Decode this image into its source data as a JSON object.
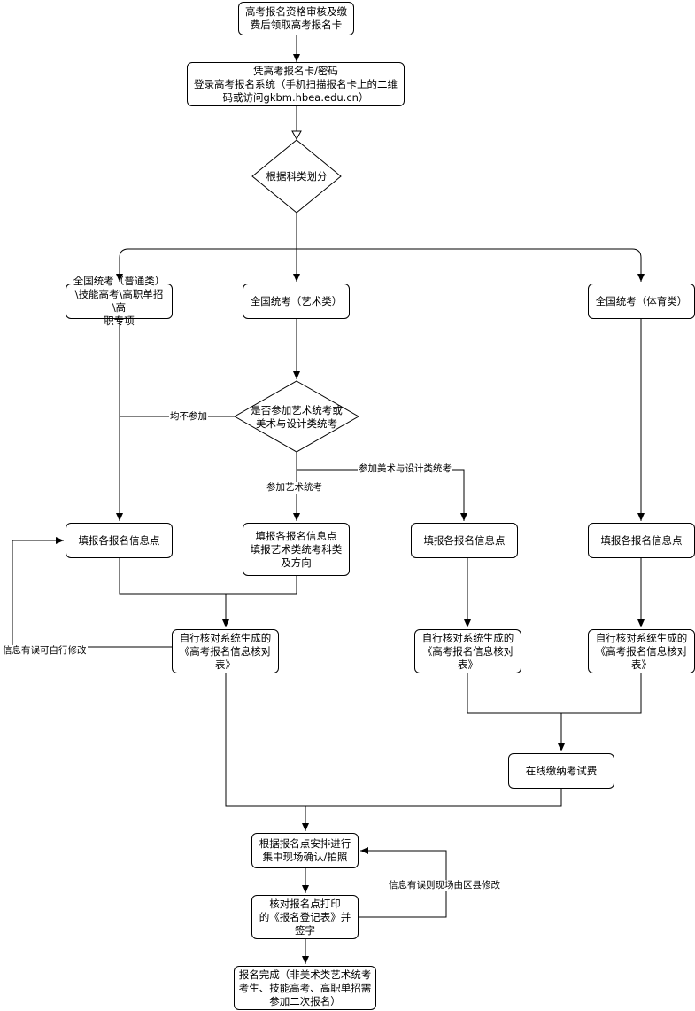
{
  "nodes": {
    "n1": "高考报名资格审核及缴\n费后领取高考报名卡",
    "n2": "凭高考报名卡/密码\n登录高考报名系统（手机扫描报名卡上的二维\n码或访问gkbm.hbea.edu.cn）",
    "d1": "根据科类划分",
    "c1": "全国统考（普通类）\n\\技能高考\\高职单招\\高\n职专项",
    "c2": "全国统考（艺术类）",
    "c3": "全国统考（体育类）",
    "d2": "是否参加艺术统考或\n美术与设计类统考",
    "f1": "填报各报名信息点",
    "f2": "填报各报名信息点\n填报艺术类统考科类\n及方向",
    "f3": "填报各报名信息点",
    "f4": "填报各报名信息点",
    "v1": "自行核对系统生成的\n《高考报名信息核对\n表》",
    "v2": "自行核对系统生成的\n《高考报名信息核对\n表》",
    "v3": "自行核对系统生成的\n《高考报名信息核对\n表》",
    "pay": "在线缴纳考试费",
    "confirm": "根据报名点安排进行\n集中现场确认/拍照",
    "sign": "核对报名点打印\n的《报名登记表》并\n签字",
    "done": "报名完成（非美术类艺术统考\n考生、技能高考、高职单招需\n参加二次报名）"
  },
  "edge_labels": {
    "none": "均不参加",
    "art": "参加艺术统考",
    "design": "参加美术与设计类统考",
    "self_fix": "信息有误可自行修改",
    "county_fix": "信息有误则现场由区县修改"
  }
}
